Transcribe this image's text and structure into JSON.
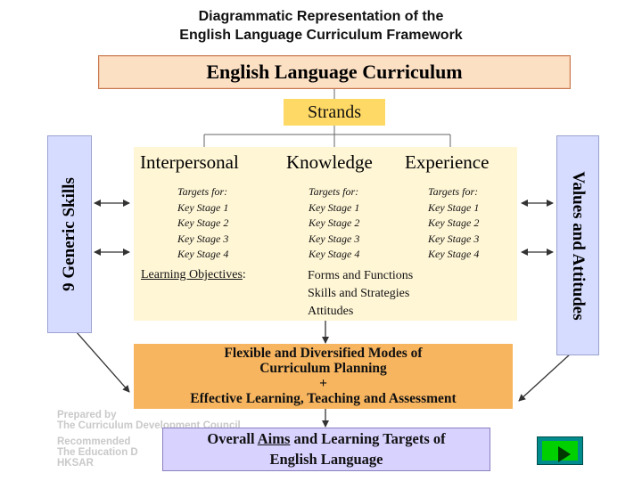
{
  "title": {
    "line1": "Diagrammatic Representation of the",
    "line2": "English Language Curriculum Framework"
  },
  "curriculum": "English Language Curriculum",
  "strands_label": "Strands",
  "generic_skills": "9 Generic Skills",
  "values_attitudes": "Values and Attitudes",
  "strands": [
    "Interpersonal",
    "Knowledge",
    "Experience"
  ],
  "targets": {
    "heading": "Targets for:",
    "stages": [
      "Key Stage 1",
      "Key Stage 2",
      "Key Stage 3",
      "Key Stage 4"
    ]
  },
  "learning_objectives_label": "Learning Objectives",
  "learning_objectives_colon": ":",
  "learning_objectives": [
    "Forms and Functions",
    "Skills and Strategies",
    "Attitudes"
  ],
  "planning": {
    "line1": "Flexible and Diversified Modes of",
    "line2": "Curriculum Planning",
    "plus": "+",
    "line3": "Effective Learning, Teaching and Assessment"
  },
  "aims": {
    "prefix": "Overall",
    "aims_word": "Aims",
    "suffix": "and Learning Targets of",
    "line2": "English Language"
  },
  "watermark": {
    "line1": "Prepared by",
    "line2": "The Curriculum Development Council",
    "line3": "Recommended",
    "line4": "The Education D",
    "line5": "HKSAR"
  },
  "next_button_icon": "play-triangle-icon",
  "colors": {
    "curriculum_box": "#fce0c4",
    "strands_box": "#ffd966",
    "side_bars": "#d6dcff",
    "strand_panel": "#fff6d6",
    "planning_box": "#f7b560",
    "aims_box": "#d8d2ff",
    "next_button": "#00d000"
  }
}
